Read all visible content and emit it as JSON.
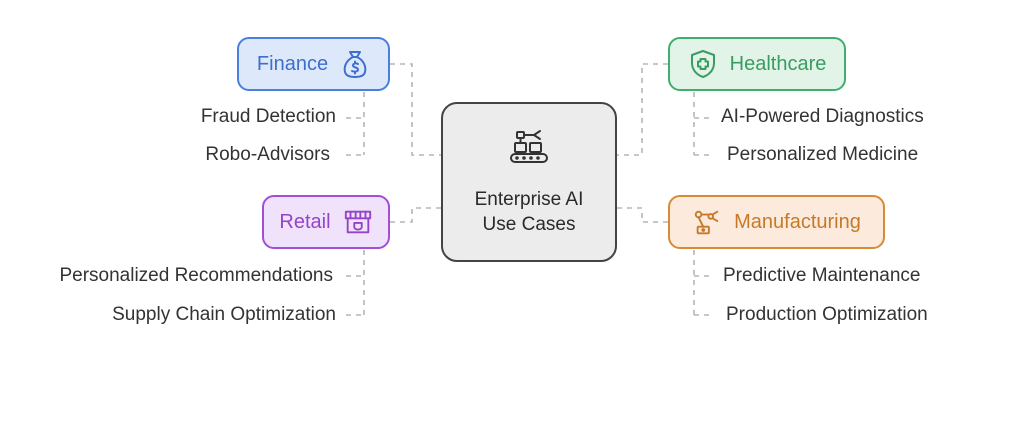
{
  "center": {
    "title_line1": "Enterprise AI",
    "title_line2": "Use Cases",
    "icon": "robotic-conveyor-icon"
  },
  "finance": {
    "label": "Finance",
    "icon": "money-bag-icon",
    "color": "#4a7fe0",
    "bg": "#dde8fb",
    "items": [
      "Fraud Detection",
      "Robo-Advisors"
    ]
  },
  "healthcare": {
    "label": "Healthcare",
    "icon": "medical-shield-icon",
    "color": "#3fae6e",
    "bg": "#e2f4e8",
    "items": [
      "AI-Powered Diagnostics",
      "Personalized Medicine"
    ]
  },
  "retail": {
    "label": "Retail",
    "icon": "storefront-icon",
    "color": "#a24fd6",
    "bg": "#f0e2fb",
    "items": [
      "Personalized Recommendations",
      "Supply Chain Optimization"
    ]
  },
  "manufacturing": {
    "label": "Manufacturing",
    "icon": "robotic-arm-icon",
    "color": "#d98a36",
    "bg": "#fcebdc",
    "items": [
      "Predictive Maintenance",
      "Production Optimization"
    ]
  },
  "colors": {
    "connector": "#b5b5b5",
    "center_border": "#444444",
    "center_bg": "#ececec"
  }
}
